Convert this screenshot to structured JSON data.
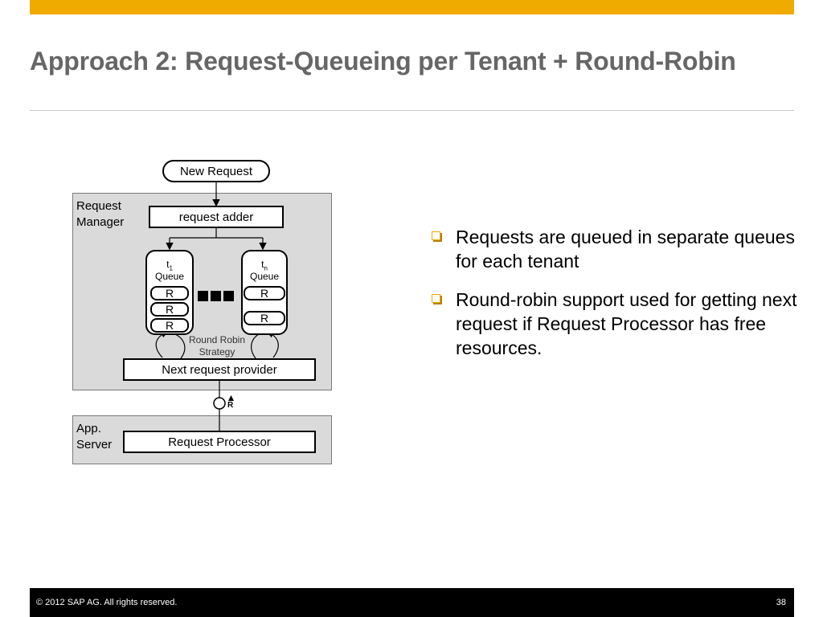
{
  "slide": {
    "title": "Approach 2: Request-Queueing per Tenant + Round-Robin"
  },
  "diagram": {
    "new_request": "New Request",
    "request_manager_label_1": "Request",
    "request_manager_label_2": "Manager",
    "request_adder": "request adder",
    "queue_1": {
      "tenant": "t",
      "tenant_sub": "1",
      "label": "Queue",
      "items": [
        "R",
        "R",
        "R"
      ]
    },
    "queue_n": {
      "tenant": "t",
      "tenant_sub": "n",
      "label": "Queue",
      "items": [
        "R",
        "R"
      ]
    },
    "round_robin_1": "Round Robin",
    "round_robin_2": "Strategy",
    "next_request_provider": "Next request provider",
    "interface_label": "R",
    "app_server_label_1": "App.",
    "app_server_label_2": "Server",
    "request_processor": "Request Processor"
  },
  "bullets": [
    "Requests are queued in separate queues for each tenant",
    "Round-robin support used for getting next request if Request Processor has free resources."
  ],
  "footer": {
    "copyright": "©  2012 SAP AG. All rights reserved.",
    "page_number": "38"
  },
  "colors": {
    "accent": "#f0ab00",
    "title": "#666666",
    "panel": "#dadada"
  }
}
